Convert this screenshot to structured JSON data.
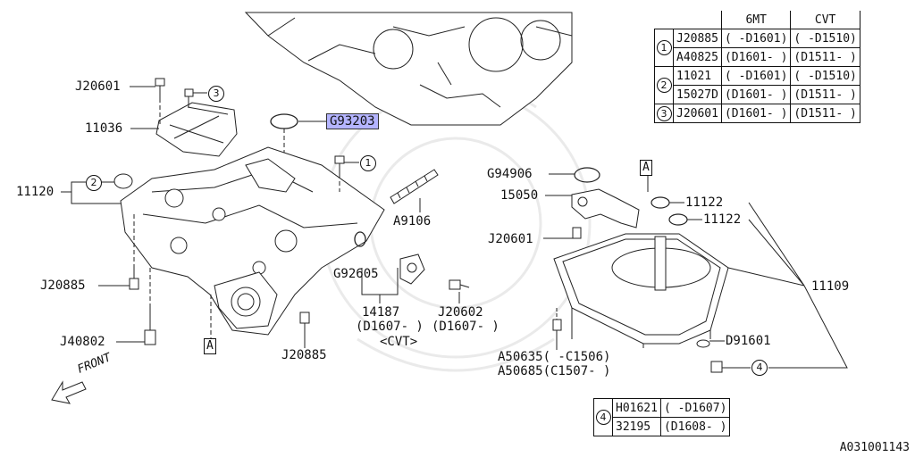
{
  "diagram": {
    "labels": {
      "j20601_top": "J20601",
      "c3_top": "3",
      "l11036": "11036",
      "g93203": "G93203",
      "c1_mid": "1",
      "c2_left": "2",
      "l11120": "11120",
      "g94906": "G94906",
      "l15050": "15050",
      "a_top": "A",
      "l11122a": "11122",
      "l11122b": "11122",
      "a9106": "A9106",
      "j20601_pan": "J20601",
      "g92605": "G92605",
      "l11109": "11109",
      "j20885_left": "J20885",
      "l14187": "14187",
      "l14187_note1": "(D1607- )",
      "l14187_note2": "<CVT>",
      "j20602": "J20602",
      "j20602_note": "(D1607- )",
      "j40802": "J40802",
      "a_bottom": "A",
      "j20885_bottom": "J20885",
      "d91601": "D91601",
      "c4_drain": "4",
      "a50635": "A50635( -C1506)",
      "a50685": "A50685(C1507- )",
      "front": "FRONT"
    },
    "table_main": {
      "headers": [
        "6MT",
        "CVT"
      ],
      "groups": [
        {
          "mark": "1",
          "rows": [
            [
              "J20885",
              "( -D1601)",
              "( -D1510)"
            ],
            [
              "A40825",
              "(D1601- )",
              "(D1511- )"
            ]
          ]
        },
        {
          "mark": "2",
          "rows": [
            [
              "11021",
              "( -D1601)",
              "( -D1510)"
            ],
            [
              "15027D",
              "(D1601- )",
              "(D1511- )"
            ]
          ]
        },
        {
          "mark": "3",
          "rows": [
            [
              "J20601",
              "(D1601- )",
              "(D1511- )"
            ]
          ]
        }
      ]
    },
    "table_4": {
      "mark": "4",
      "rows": [
        [
          "H01621",
          "( -D1607)"
        ],
        [
          "32195",
          "(D1608- )"
        ]
      ]
    },
    "footer_code": "A031001143"
  }
}
